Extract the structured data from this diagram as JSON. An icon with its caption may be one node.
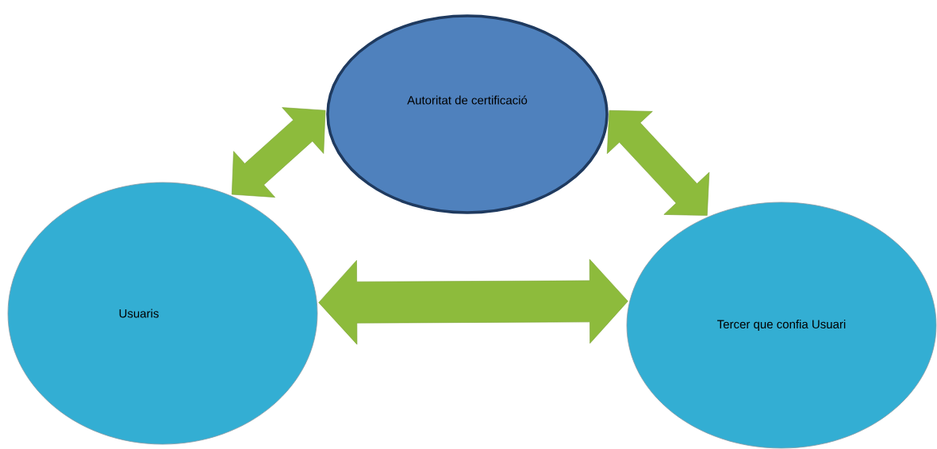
{
  "diagram": {
    "nodes": [
      {
        "text": [
          "Autoritat de certificació"
        ]
      },
      {
        "text": [
          "Usuaris"
        ]
      },
      {
        "text": [
          "Tercer que confia Usuari"
        ]
      }
    ],
    "edges": [
      {
        "from": 1,
        "to": 0,
        "arrow": "both"
      },
      {
        "from": 0,
        "to": 2,
        "arrow": "both"
      },
      {
        "from": 1,
        "to": 2,
        "arrow": "both"
      }
    ]
  }
}
